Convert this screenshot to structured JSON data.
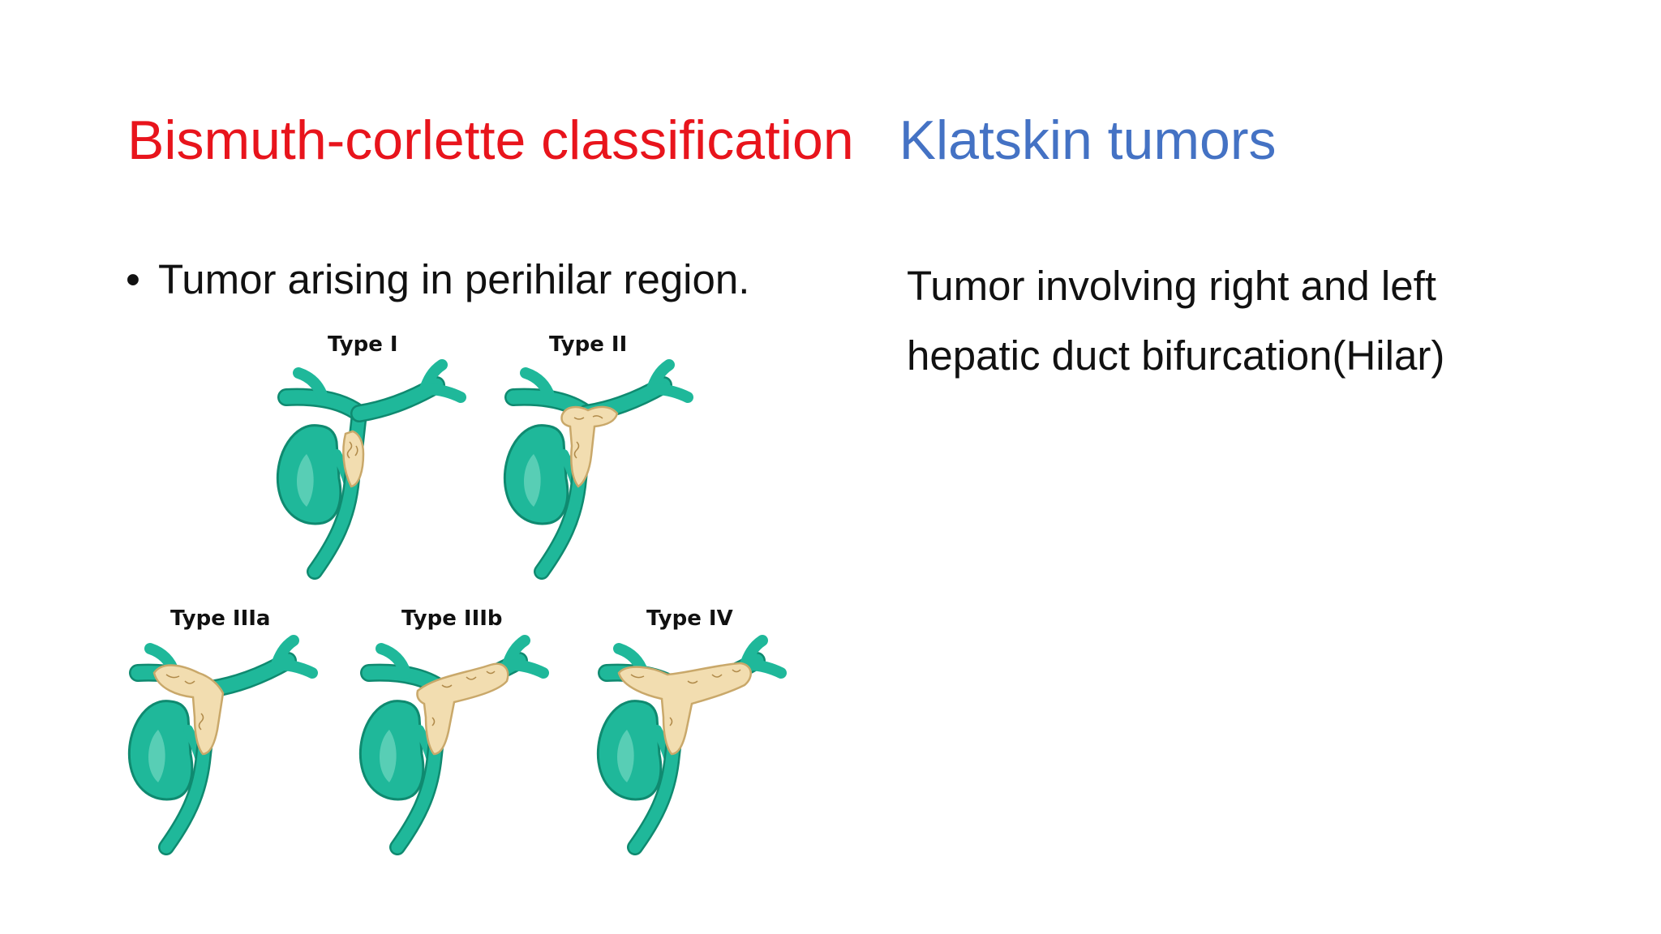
{
  "slide": {
    "title_part1": "Bismuth-corlette classification",
    "title_part2": "Klatskin tumors",
    "bullet": "Tumor arising in perihilar region.",
    "bullet_symbol": "•",
    "right_text_line1": "Tumor involving right and left",
    "right_text_line2": "hepatic duct bifurcation(Hilar)"
  },
  "figure": {
    "labels": [
      "Type I",
      "Type II",
      "Type IIIa",
      "Type IIIb",
      "Type IV"
    ]
  },
  "colors": {
    "title_red": "#e8141c",
    "title_blue": "#4472c4",
    "duct_teal": "#1fb89a",
    "tumor_tan": "#f2ddb0"
  }
}
